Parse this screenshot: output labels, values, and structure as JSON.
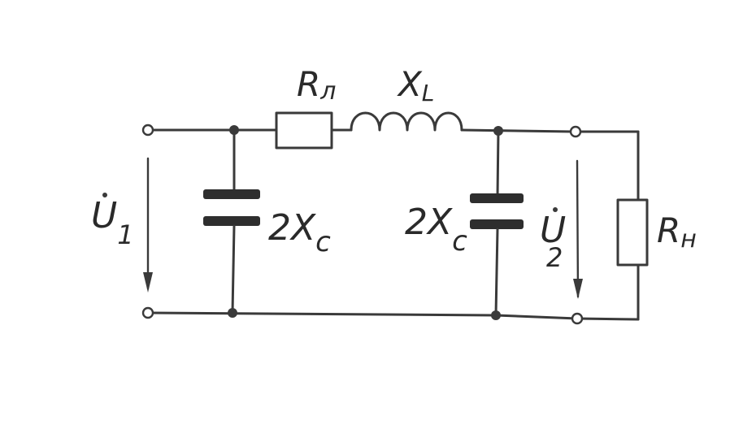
{
  "labels": {
    "r_line": {
      "main": "R",
      "sub": "л"
    },
    "x_l": {
      "main": "X",
      "sub": "L"
    },
    "c_left": {
      "main": "2X",
      "sub": "c"
    },
    "c_right": {
      "main": "2X",
      "sub": "c"
    },
    "u1": {
      "main": "U",
      "sub": "1"
    },
    "u2": {
      "main": "U",
      "sub": "2"
    },
    "r_load": {
      "main": "R",
      "sub": "н"
    }
  }
}
